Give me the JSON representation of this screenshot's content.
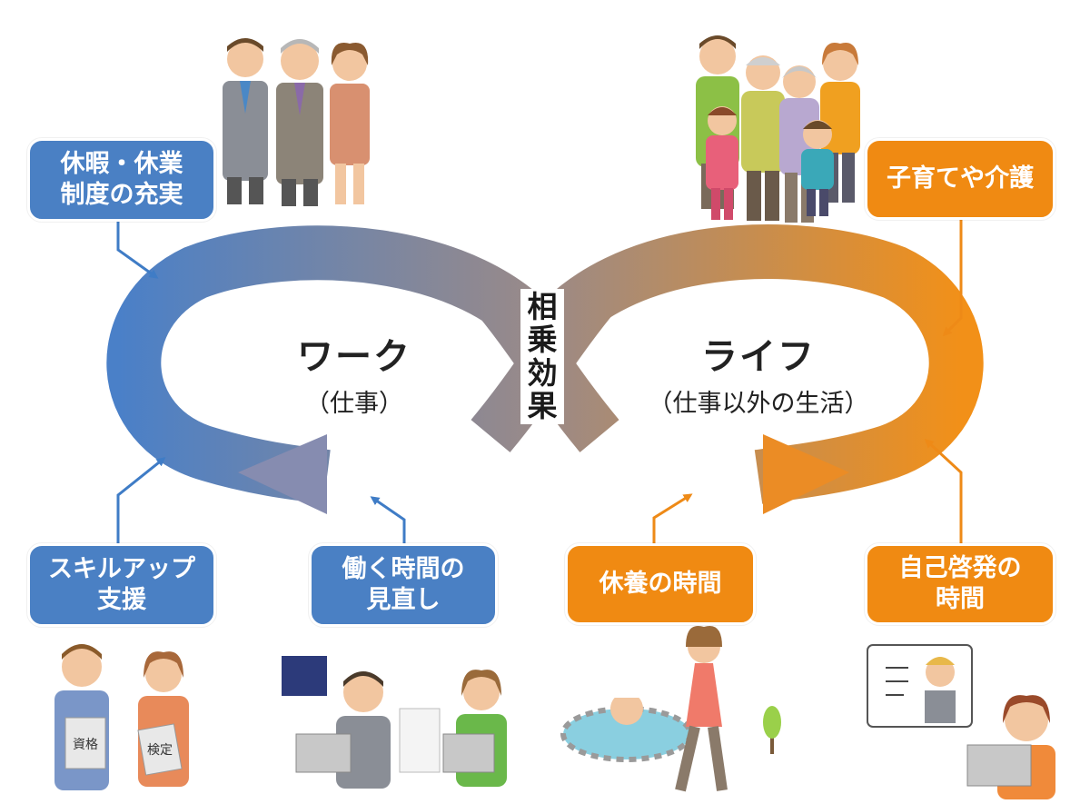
{
  "work": {
    "title": "ワーク",
    "subtitle": "（仕事）"
  },
  "life": {
    "title": "ライフ",
    "subtitle": "（仕事以外の生活）"
  },
  "synergy": [
    "相",
    "乗",
    "効",
    "果"
  ],
  "boxes": {
    "leave_system": [
      "休暇・休業",
      "制度の充実"
    ],
    "skill_up": [
      "スキルアップ",
      "支援"
    ],
    "work_hours": [
      "働く時間の",
      "見直し"
    ],
    "childcare": [
      "子育てや介護"
    ],
    "rest_time": [
      "休養の時間"
    ],
    "self_dev": [
      "自己啓発の",
      "時間"
    ]
  },
  "illustration_labels": {
    "qualification": "資格",
    "certification": "検定"
  },
  "colors": {
    "blue": "#4a80c4",
    "orange": "#f08a12",
    "arrow_blue": "#3f7cc6",
    "arrow_orange": "#ee8a17"
  }
}
